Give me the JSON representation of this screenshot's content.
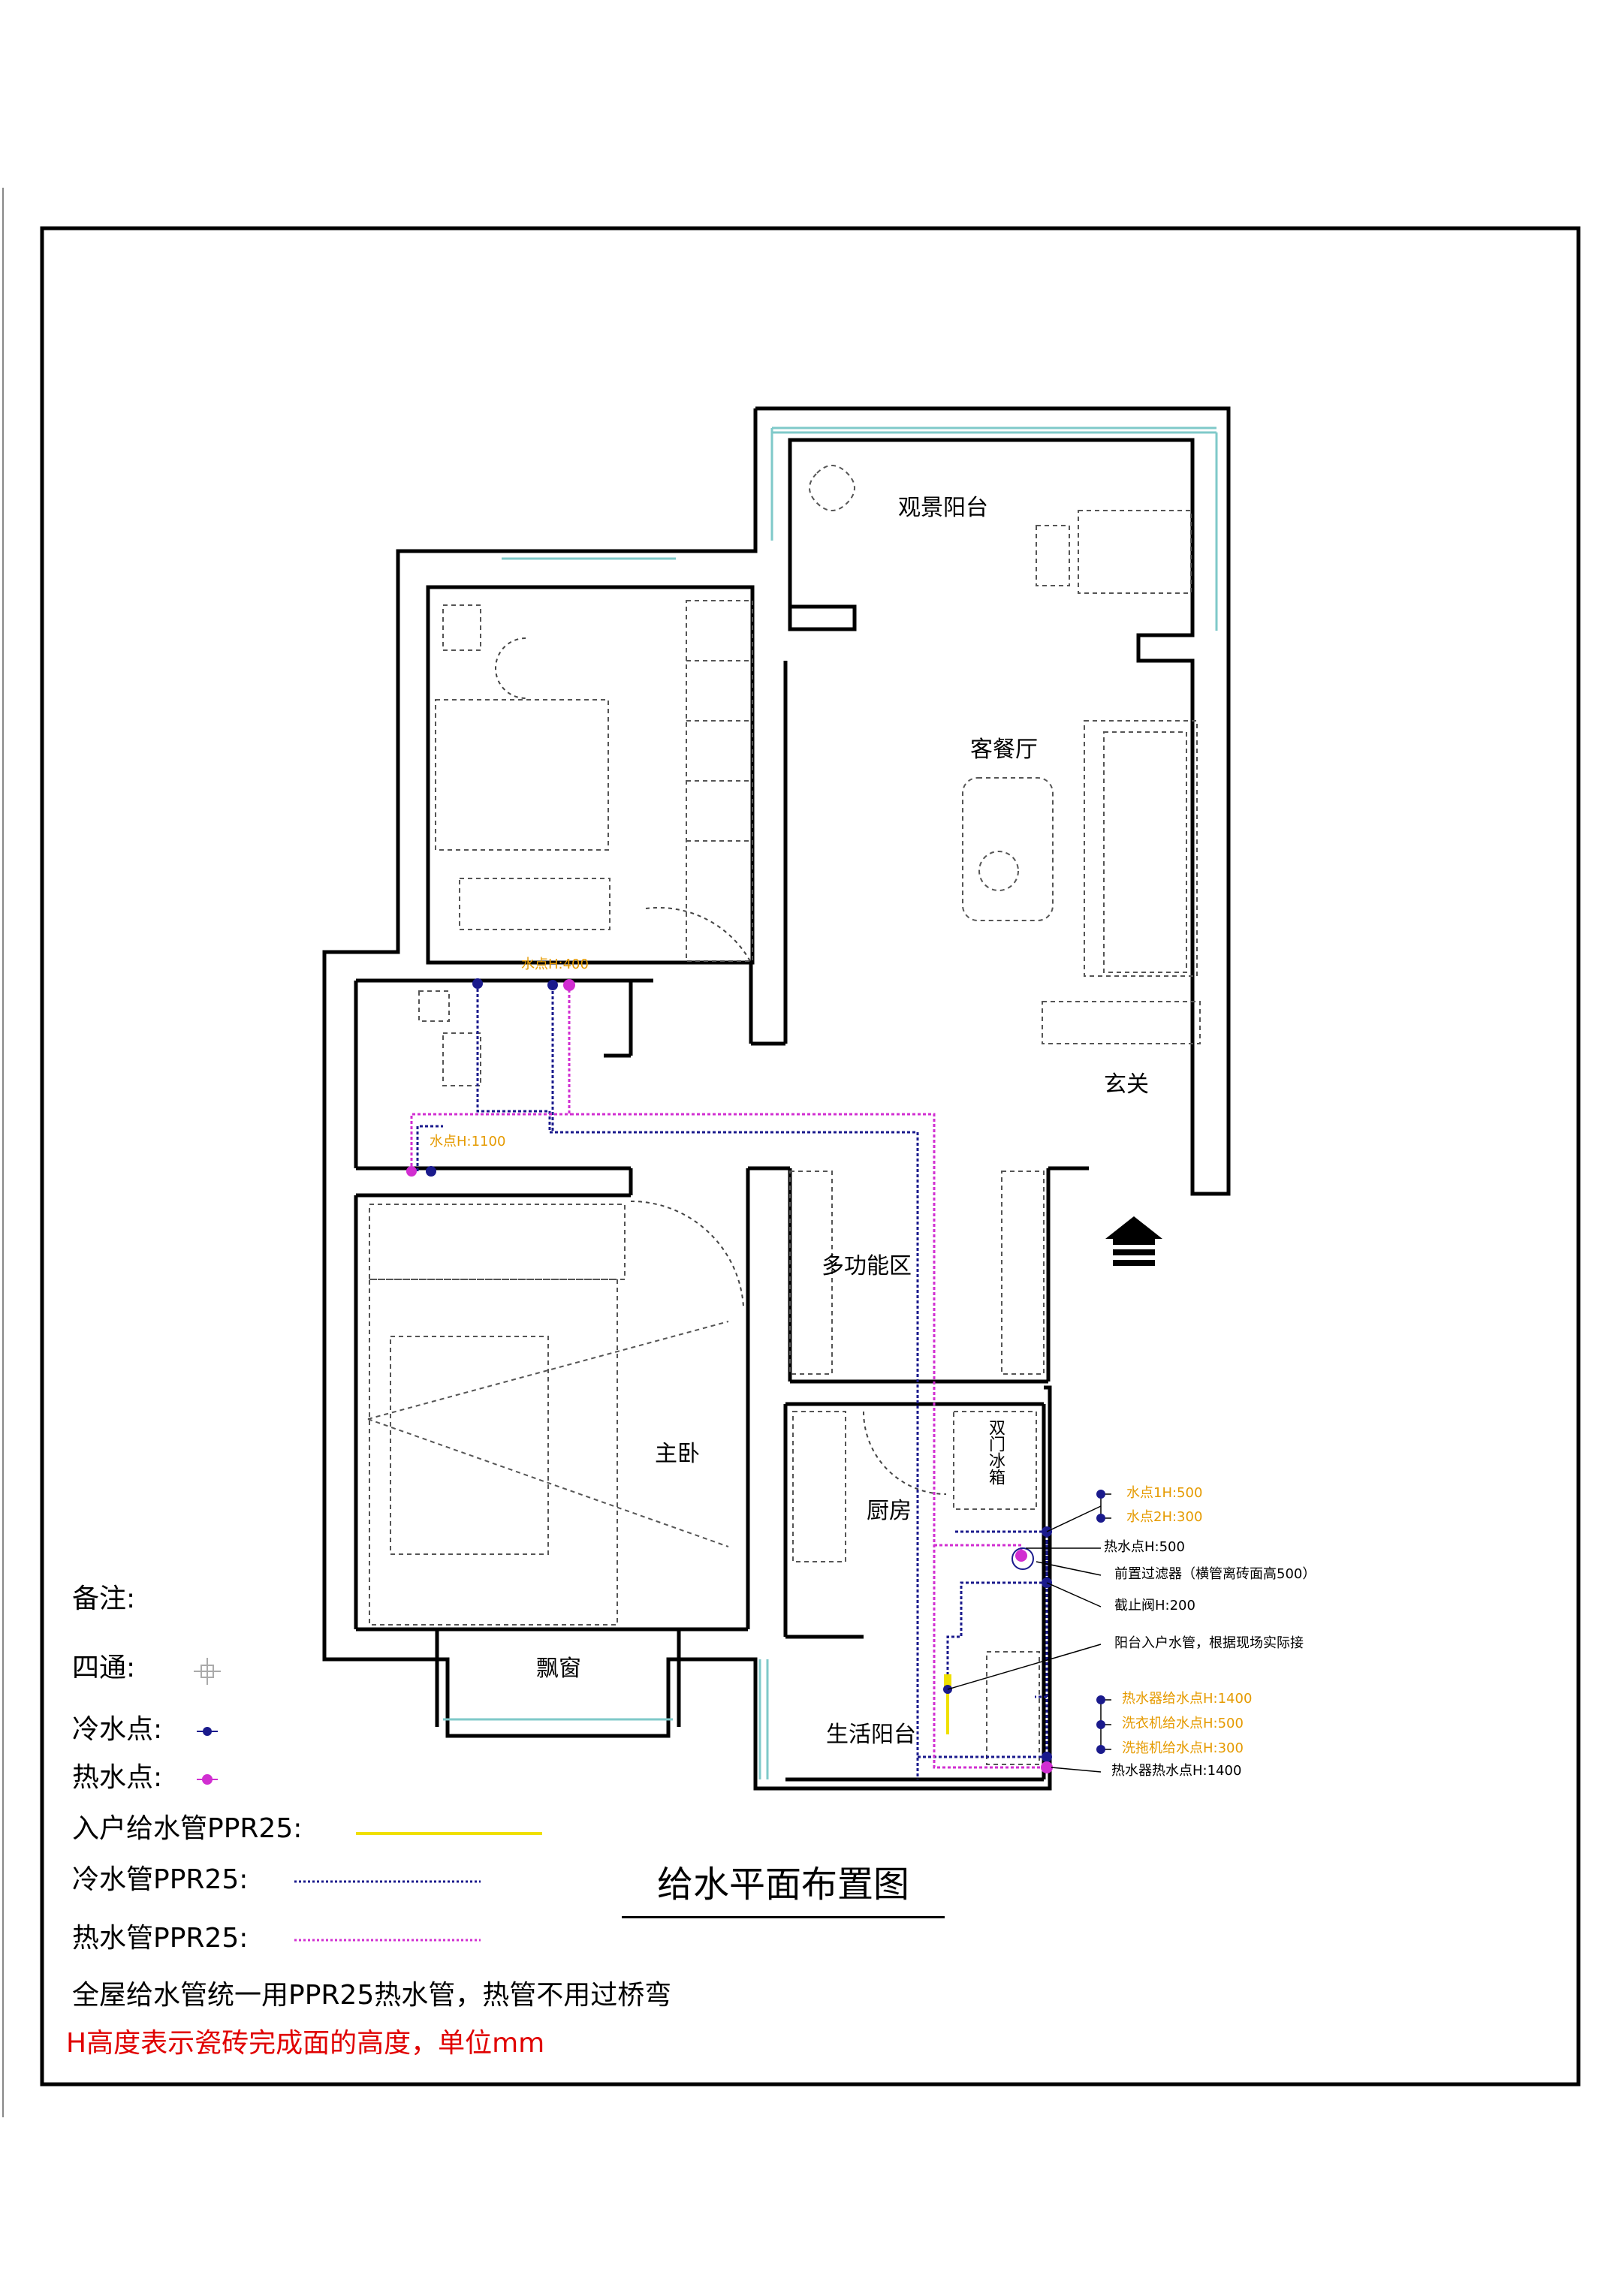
{
  "title": "给水平面布置图",
  "rooms": {
    "balcony_view": "观景阳台",
    "living_dining": "客餐厅",
    "entrance": "玄关",
    "multi_area": "多功能区",
    "master_bed": "主卧",
    "kitchen": "厨房",
    "fridge": "双门冰箱",
    "bay_window": "飘窗",
    "life_balcony": "生活阳台"
  },
  "points": {
    "wp_400": "水点H:400",
    "wp_1100": "水点H:1100",
    "wp1": "水点1H:500",
    "wp2": "水点2H:300",
    "hot_500": "热水点H:500",
    "filter": "前置过滤器（横管离砖面高500）",
    "valve": "截止阀H:200",
    "inlet": "阳台入户水管，根据现场实际接",
    "heater_supply": "热水器给水点H:1400",
    "washer": "洗衣机给水点H:500",
    "mop": "洗拖机给水点H:300",
    "heater_hot": "热水器热水点H:1400"
  },
  "legend": {
    "remark": "备注:",
    "four_way": "四通:",
    "cold_point": "冷水点:",
    "hot_point": "热水点:",
    "inlet_pipe": "入户给水管PPR25:",
    "cold_pipe": "冷水管PPR25:",
    "hot_pipe": "热水管PPR25:",
    "note1": "全屋给水管统一用PPR25热水管，热管不用过桥弯",
    "note2": "H高度表示瓷砖完成面的高度，单位mm"
  },
  "colors": {
    "cold": "#1a1a8c",
    "hot": "#d12ed1",
    "inlet": "#f0e000",
    "orange": "#e59a00",
    "red": "#e00000"
  }
}
